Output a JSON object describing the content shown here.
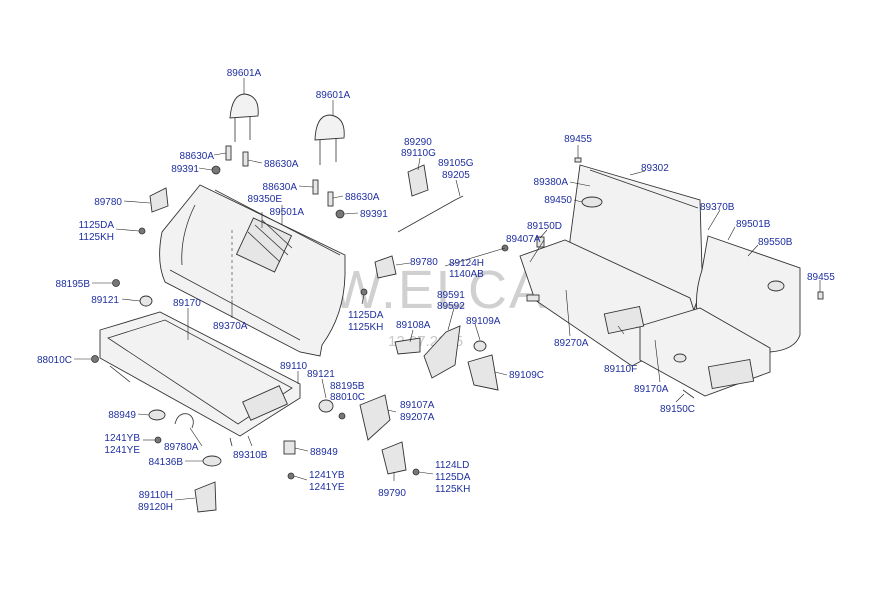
{
  "watermark": {
    "text": "WWW.ELCATS.RU",
    "date": "12.07.2025"
  },
  "labels": {
    "l89601A_1": "89601A",
    "l89601A_2": "89601A",
    "l88630A_1": "88630A",
    "l88630A_2": "88630A",
    "l88630A_3": "88630A",
    "l88630A_4": "88630A",
    "l89391_1": "89391",
    "l89391_2": "89391",
    "l89350E": "89350E",
    "l89501A": "89501A",
    "l89780_1": "89780",
    "l89780_2": "89780",
    "l1125DA_1": "1125DA",
    "l1125KH_1": "1125KH",
    "l1125DA_2": "1125DA",
    "l1125KH_2": "1125KH",
    "l1125DA_3": "1125DA",
    "l1125KH_3": "1125KH",
    "l89290": "89290",
    "l89110G": "89110G",
    "l89105G": "89105G",
    "l89205": "89205",
    "l89124H": "89124H",
    "l1140AB": "1140AB",
    "l88195B_1": "88195B",
    "l88195B_2": "88195B",
    "l89121_1": "89121",
    "l89121_2": "89121",
    "l89170": "89170",
    "l89370A": "89370A",
    "l89591": "89591",
    "l89592": "89592",
    "l89109A": "89109A",
    "l89108A": "89108A",
    "l89109C": "89109C",
    "l88010C_1": "88010C",
    "l88010C_2": "88010C",
    "l89110": "89110",
    "l89107A": "89107A",
    "l89207A": "89207A",
    "l88949_1": "88949",
    "l88949_2": "88949",
    "l1241YB_1": "1241YB",
    "l1241YE_1": "1241YE",
    "l1241YB_2": "1241YB",
    "l1241YE_2": "1241YE",
    "l89780A": "89780A",
    "l84136B": "84136B",
    "l89310B": "89310B",
    "l1124LD": "1124LD",
    "l89790": "89790",
    "l89110H": "89110H",
    "l89120H": "89120H",
    "l89455_1": "89455",
    "l89455_2": "89455",
    "l89302": "89302",
    "l89380A": "89380A",
    "l89450": "89450",
    "l89370B": "89370B",
    "l89501B": "89501B",
    "l89550B": "89550B",
    "l89150D": "89150D",
    "l89407A": "89407A",
    "l89270A": "89270A",
    "l89110F": "89110F",
    "l89170A": "89170A",
    "l89150C": "89150C"
  }
}
